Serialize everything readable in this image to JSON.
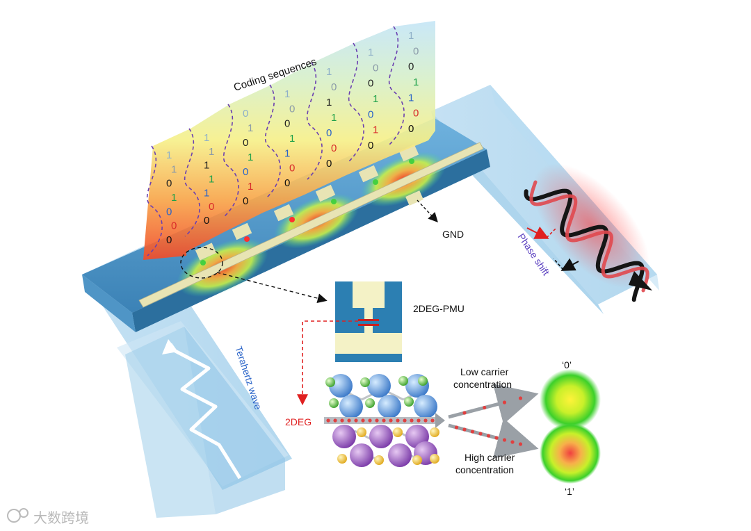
{
  "labels": {
    "coding_sequences": "Coding sequences",
    "gnd": "GND",
    "phase_shift": "Phase shift",
    "pmu": "2DEG-PMU",
    "terahertz_wave": "Terahertz wave",
    "twodeg": "2DEG",
    "low_carrier_line1": "Low carrier",
    "low_carrier_line2": "concentration",
    "high_carrier_line1": "High carrier",
    "high_carrier_line2": "concentration",
    "state_zero": "‘0’",
    "state_one": "‘1’",
    "watermark": "大数跨境"
  },
  "coding_columns": [
    [
      "1",
      "1",
      "0",
      "1",
      "0",
      "0",
      "0"
    ],
    [
      "1",
      "1",
      "1",
      "1",
      "1",
      "0",
      "0"
    ],
    [
      "0",
      "1",
      "0",
      "1",
      "0",
      "1",
      "0"
    ],
    [
      "1",
      "0",
      "0",
      "1",
      "1",
      "0",
      "0"
    ],
    [
      "1",
      "0",
      "1",
      "1",
      "0",
      "0",
      "0"
    ],
    [
      "1",
      "0",
      "0",
      "1",
      "0",
      "1",
      "0"
    ],
    [
      "1",
      "0",
      "0",
      "1",
      "1",
      "0",
      "0"
    ]
  ],
  "digit_colors": {
    "1": [
      "#8fb0c8",
      "#8a9aa8",
      "#222222",
      "#1fa14a",
      "#2a64c8",
      "#d82a2a",
      "#111111"
    ],
    "0": [
      "#8fb0c8",
      "#8a9aa8",
      "#222222",
      "#1fa14a",
      "#2a64c8",
      "#d82a2a",
      "#111111"
    ]
  },
  "colors": {
    "waveguide": "#5a9fd0",
    "waveguide_dark": "#2c6f9e",
    "electrode": "#e8e4b4",
    "red_wave": "#e0484e",
    "black_wave": "#151515",
    "arrow_red": "#e02020"
  }
}
